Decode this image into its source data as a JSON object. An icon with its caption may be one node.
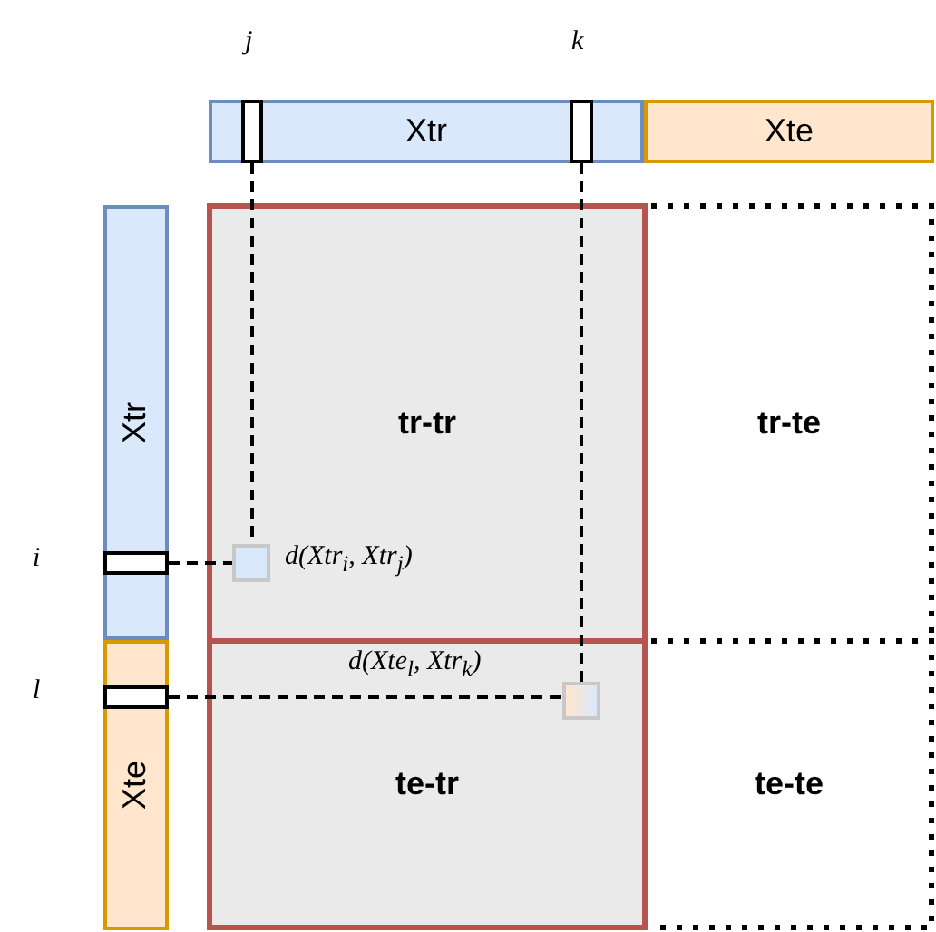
{
  "diagram": {
    "nodes": [
      {
        "text": [
          "Xtr"
        ]
      },
      {
        "text": [],
        "shape": "box",
        "in": 0,
        "beside": [
          "j"
        ]
      },
      {
        "text": [],
        "shape": "box",
        "in": 0,
        "beside": [
          "k"
        ]
      },
      {
        "text": [
          "Xte"
        ]
      },
      {
        "text": [
          "Xtr"
        ]
      },
      {
        "text": [],
        "shape": "box",
        "in": 4,
        "beside": [
          "i"
        ]
      },
      {
        "text": [
          "Xte"
        ]
      },
      {
        "text": [],
        "shape": "box",
        "in": 6,
        "beside": [
          "l"
        ]
      },
      {
        "text": [
          "tr-tr"
        ]
      },
      {
        "text": [],
        "shape": "box",
        "in": 8,
        "beside": [
          "d(Xtr$_{i}$, Xtr$_{j}$)"
        ]
      },
      {
        "text": [
          "tr-te"
        ]
      },
      {
        "text": [
          "te-tr"
        ]
      },
      {
        "text": [],
        "shape": "box",
        "in": 11,
        "beside": [
          "d(Xte$_{l}$, Xtr$_{k}$)"
        ]
      },
      {
        "text": [
          "te-te"
        ]
      }
    ],
    "edges": [
      {
        "from": 1,
        "to": 9,
        "arrow": "none",
        "style": "dashed"
      },
      {
        "from": 5,
        "to": 9,
        "arrow": "none",
        "style": "dashed"
      },
      {
        "from": 2,
        "to": 12,
        "arrow": "none",
        "style": "dashed"
      },
      {
        "from": 7,
        "to": 12,
        "arrow": "none",
        "style": "dashed"
      }
    ]
  }
}
